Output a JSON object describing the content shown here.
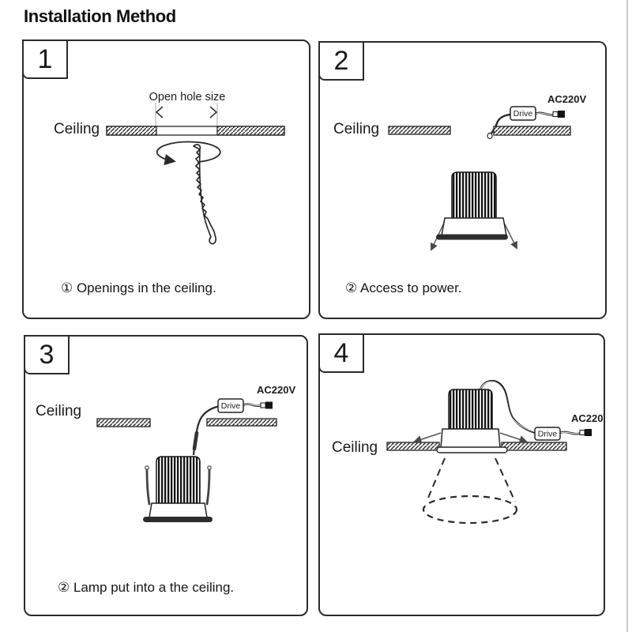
{
  "page": {
    "title": "Installation Method"
  },
  "colors": {
    "open_hole_red": "#c81e1e"
  },
  "labels": {
    "ceiling": "Ceiling",
    "drive": "Drive",
    "power": "AC220V",
    "open_hole": "Open hole size"
  },
  "panels": [
    {
      "number": "1",
      "caption": "① Openings in the ceiling."
    },
    {
      "number": "2",
      "caption": "② Access to power."
    },
    {
      "number": "3",
      "caption": "② Lamp put into a the ceiling."
    },
    {
      "number": "4"
    }
  ]
}
